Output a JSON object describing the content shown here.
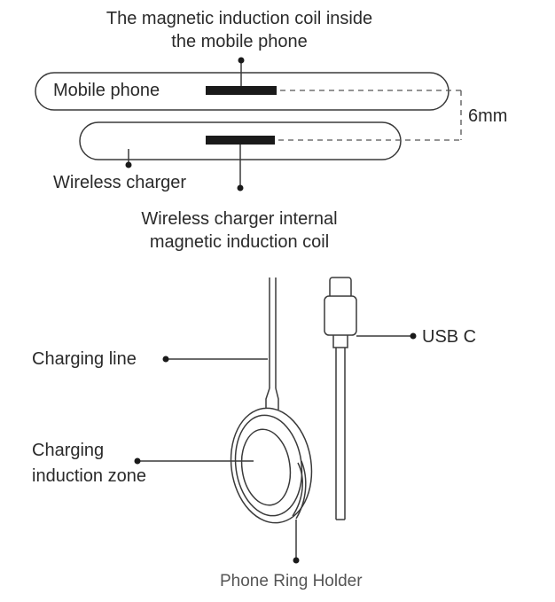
{
  "top_section": {
    "phone_coil_label_line1": "The magnetic induction coil inside",
    "phone_coil_label_line2": "the mobile phone",
    "phone_label": "Mobile phone",
    "gap_label": "6mm",
    "charger_label": "Wireless charger",
    "charger_coil_label_line1": "Wireless charger internal",
    "charger_coil_label_line2": "magnetic induction coil"
  },
  "bottom_section": {
    "usb_label": "USB C",
    "charging_line_label": "Charging line",
    "induction_zone_label_line1": "Charging",
    "induction_zone_label_line2": "induction zone",
    "ring_holder_label": "Phone Ring Holder"
  },
  "colors": {
    "stroke": "#3a3a3a",
    "coil": "#1a1a1a",
    "dashed": "#555555"
  }
}
